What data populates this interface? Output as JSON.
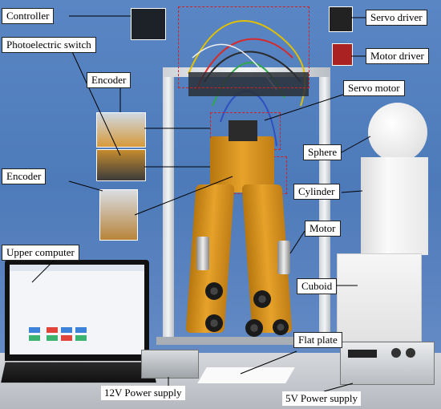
{
  "labels": {
    "controller": "Controller",
    "servo_driver": "Servo driver",
    "photoelectric_switch": "Photoelectric switch",
    "motor_driver": "Motor driver",
    "encoder_top": "Encoder",
    "servo_motor": "Servo motor",
    "sphere": "Sphere",
    "encoder_bottom": "Encoder",
    "cylinder": "Cylinder",
    "motor": "Motor",
    "upper_computer": "Upper computer",
    "cuboid": "Cuboid",
    "flat_plate": "Flat plate",
    "power_12v": "12V Power supply",
    "power_5v": "5V Power supply"
  },
  "colors": {
    "backdrop": "#5a86c4",
    "arm_gold": "#e6a22a",
    "dashed_box": "#d42020",
    "foam_white": "#f4f4f4"
  }
}
